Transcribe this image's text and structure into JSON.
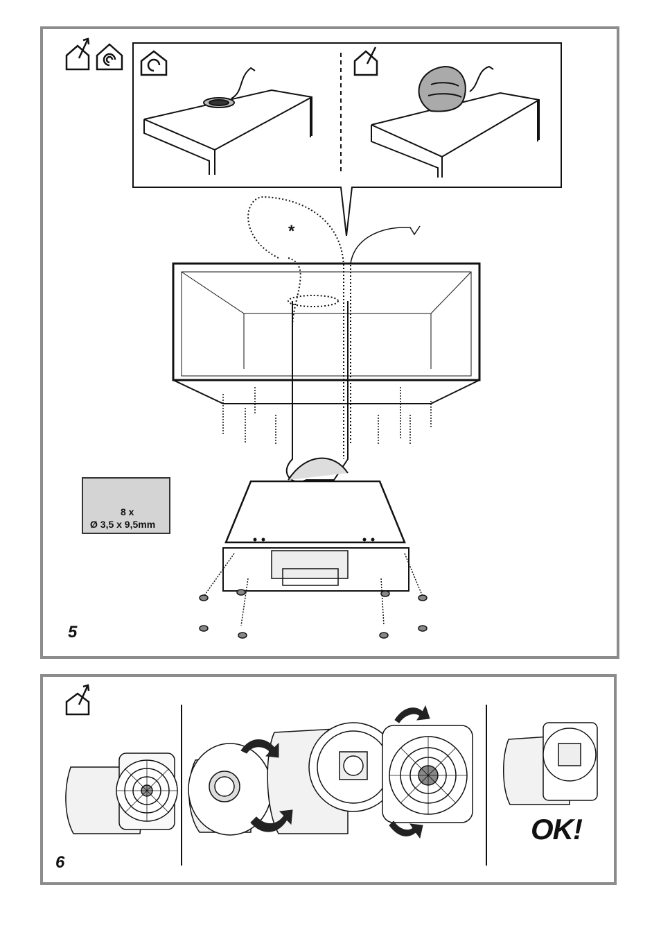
{
  "step5": {
    "number": "5",
    "asterisk": "*",
    "screws": {
      "count": "8 x",
      "dimension": "Ø 3,5 x 9,5mm"
    }
  },
  "step6": {
    "number": "6",
    "ok_label": "OK!"
  },
  "icons": [
    "house-vent-out-icon",
    "house-recirculation-icon"
  ],
  "colors": {
    "frame": "#8c8c8c",
    "shade": "#d4d4d4",
    "ink": "#111111"
  }
}
